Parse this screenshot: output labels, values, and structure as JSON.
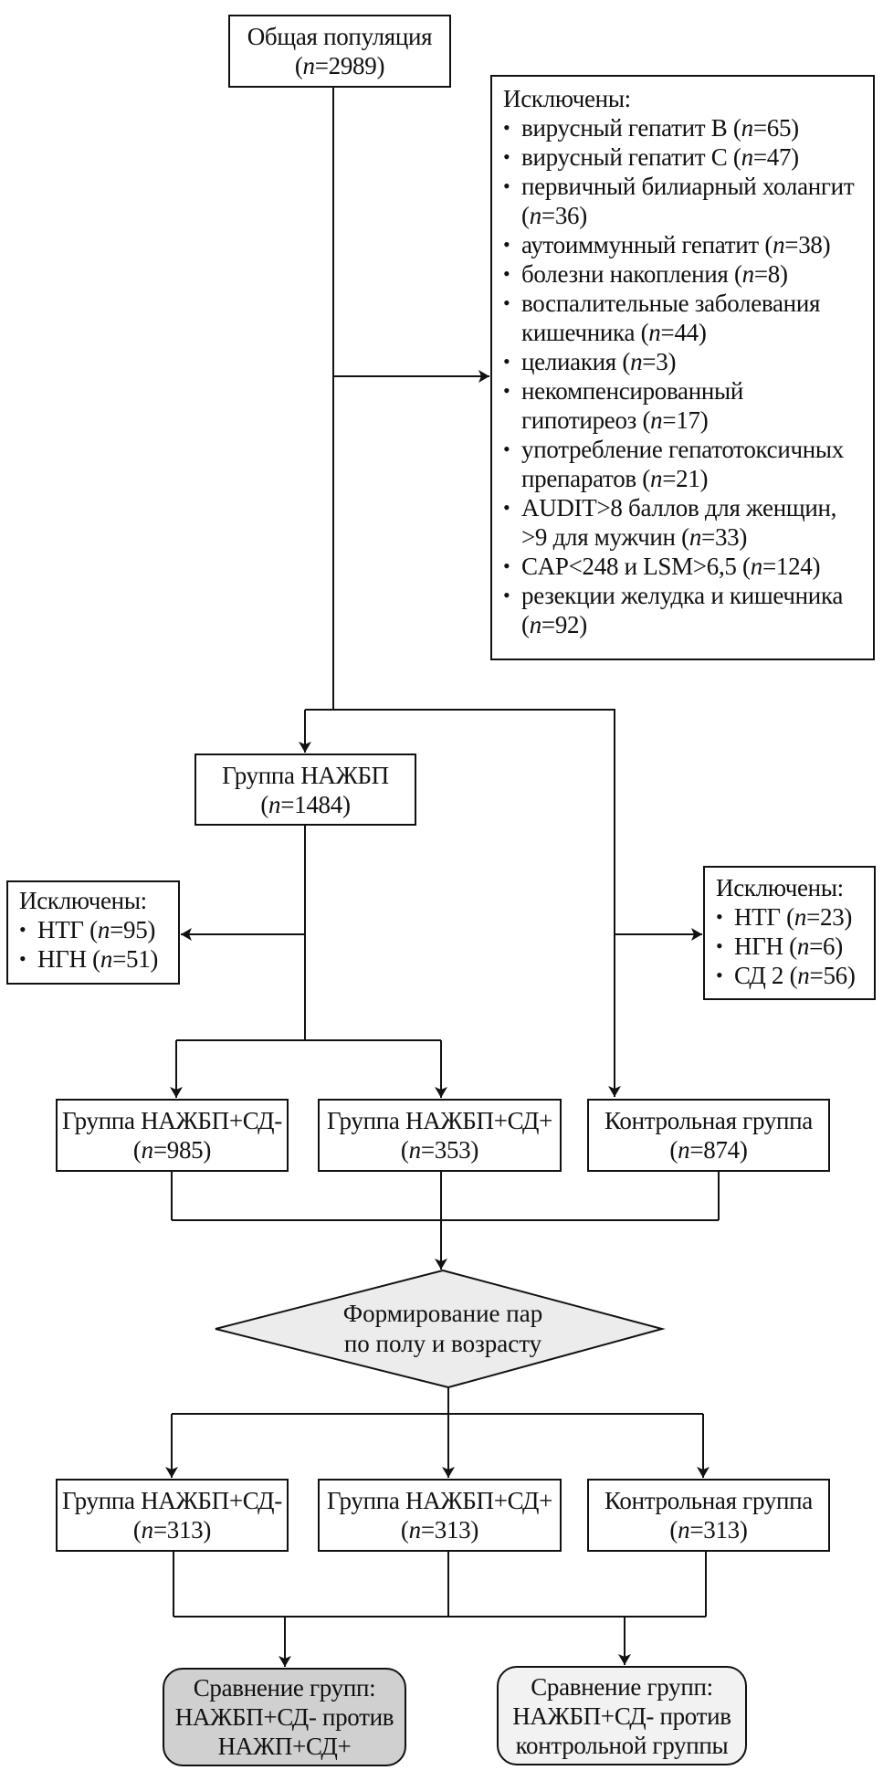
{
  "title": "Дизайн исследования",
  "colors": {
    "line": "#111111",
    "diamond_fill": "#ececec",
    "result1_fill": "#d0d0d0",
    "result2_fill": "#f2f2f2"
  },
  "population": {
    "label": "Общая популяция",
    "n": "2989"
  },
  "exclusion_1": {
    "title": "Исключены:",
    "items": [
      {
        "text": "вирусный гепатит В",
        "n": "65"
      },
      {
        "text": "вирусный гепатит С",
        "n": "47"
      },
      {
        "text": "первичный билиарный холангит",
        "n": "36"
      },
      {
        "text": "аутоиммунный гепатит",
        "n": "38"
      },
      {
        "text": "болезни накопления",
        "n": "8"
      },
      {
        "text": "воспалительные заболевания кишечника",
        "n": "44"
      },
      {
        "text": "целиакия",
        "n": "3"
      },
      {
        "text": "некомпенсированный гипотиреоз",
        "n": "17"
      },
      {
        "text": "употребление гепатотоксичных препаратов",
        "n": "21"
      },
      {
        "text": "AUDIT>8 баллов для женщин, >9 для мужчин",
        "n": "33"
      },
      {
        "text": "CAP<248 и LSM>6,5",
        "n": "124"
      },
      {
        "text": "резекции желудка и кишечника",
        "n": "92"
      }
    ]
  },
  "nafld_group": {
    "label": "Группа НАЖБП",
    "n": "1484"
  },
  "exclusion_2": {
    "title": "Исключены:",
    "items": [
      {
        "text": "НТГ",
        "n": "95"
      },
      {
        "text": "НГН",
        "n": "51"
      }
    ]
  },
  "exclusion_3": {
    "title": "Исключены:",
    "items": [
      {
        "text": "НТГ",
        "n": "23"
      },
      {
        "text": "НГН",
        "n": "6"
      },
      {
        "text": "СД 2",
        "n": "56"
      }
    ]
  },
  "groups_row1": [
    {
      "label": "Группа НАЖБП+СД-",
      "n": "985"
    },
    {
      "label": "Группа НАЖБП+СД+",
      "n": "353"
    },
    {
      "label": "Контрольная группа",
      "n": "874"
    }
  ],
  "matching": {
    "line1": "Формирование пар",
    "line2": "по полу и возрасту"
  },
  "groups_row2": [
    {
      "label": "Группа НАЖБП+СД-",
      "n": "313"
    },
    {
      "label": "Группа НАЖБП+СД+",
      "n": "313"
    },
    {
      "label": "Контрольная группа",
      "n": "313"
    }
  ],
  "comparisons": [
    {
      "line1": "Сравнение групп:",
      "line2": "НАЖБП+СД- против",
      "line3": "НАЖП+СД+"
    },
    {
      "line1": "Сравнение групп:",
      "line2": "НАЖБП+СД- против",
      "line3": "контрольной группы"
    }
  ],
  "n_prefix": "n",
  "n_eq": "="
}
